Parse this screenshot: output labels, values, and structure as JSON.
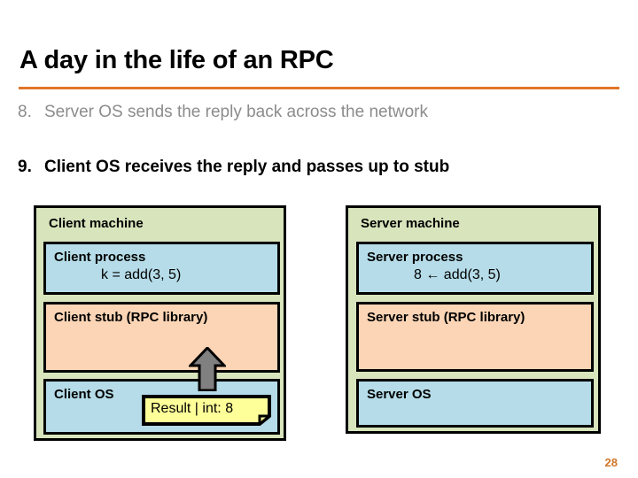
{
  "slide": {
    "title": "A day in the life of an RPC",
    "page_number": "28",
    "accent_color": "#e0762a",
    "page_number_color": "#d0772c"
  },
  "bullets": [
    {
      "number": "8.",
      "text": "Server OS sends the reply back across the network",
      "state": "inactive",
      "color": "#8c8c8c"
    },
    {
      "number": "9.",
      "text": "Client OS receives the reply and passes up to stub",
      "state": "active",
      "color": "#000000"
    }
  ],
  "diagram": {
    "colors": {
      "machine_fill": "#d8e4bc",
      "process_fill": "#b5dce8",
      "stub_fill": "#fbd5b5",
      "os_fill": "#b5dce8",
      "callout_fill": "#ffff99",
      "arrow_fill": "#808080",
      "border": "#000000"
    },
    "client": {
      "machine_label": "Client machine",
      "process_label": "Client process",
      "process_call": "k = add(3, 5)",
      "stub_label": "Client stub (RPC library)",
      "os_label": "Client OS"
    },
    "server": {
      "machine_label": "Server machine",
      "process_label": "Server process",
      "process_call": "8 ← add(3, 5)",
      "stub_label": "Server stub (RPC library)",
      "os_label": "Server OS"
    },
    "callout": {
      "text": "Result | int: 8"
    },
    "arrow": {
      "direction": "up",
      "from": "Client OS",
      "to": "Client stub (RPC library)"
    }
  }
}
